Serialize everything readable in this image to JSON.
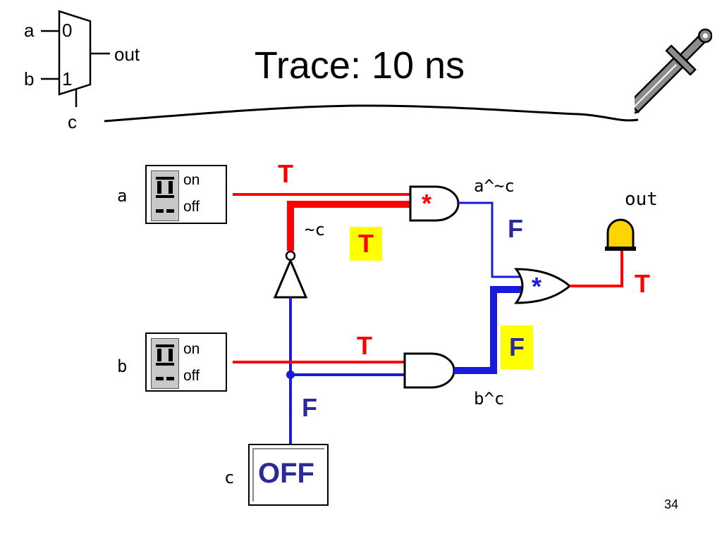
{
  "slide": {
    "title": "Trace:  10 ns",
    "page_number": "34"
  },
  "mux": {
    "input_a": "a",
    "input_b": "b",
    "select": "c",
    "sel0": "0",
    "sel1": "1",
    "output": "out"
  },
  "switches": {
    "a": {
      "name": "a",
      "on_label": "on",
      "off_label": "off"
    },
    "b": {
      "name": "b",
      "on_label": "on",
      "off_label": "off"
    },
    "c": {
      "name": "c",
      "state_label": "OFF"
    }
  },
  "wires": {
    "a_and_nc": "a^~c",
    "not_c": "~c",
    "b_and_c": "b^c",
    "out": "out"
  },
  "signals": {
    "a_value": "T",
    "not_c_value": "T",
    "and_top_marker": "*",
    "and_top_out_value": "F",
    "or_marker": "*",
    "out_value": "T",
    "b_value": "T",
    "and_bottom_out_value": "F",
    "c_value": "F"
  },
  "colors": {
    "true_wire": "#ff0000",
    "false_wire": "#1a1adc",
    "highlight": "#ffff00",
    "led": "#ffd400"
  }
}
